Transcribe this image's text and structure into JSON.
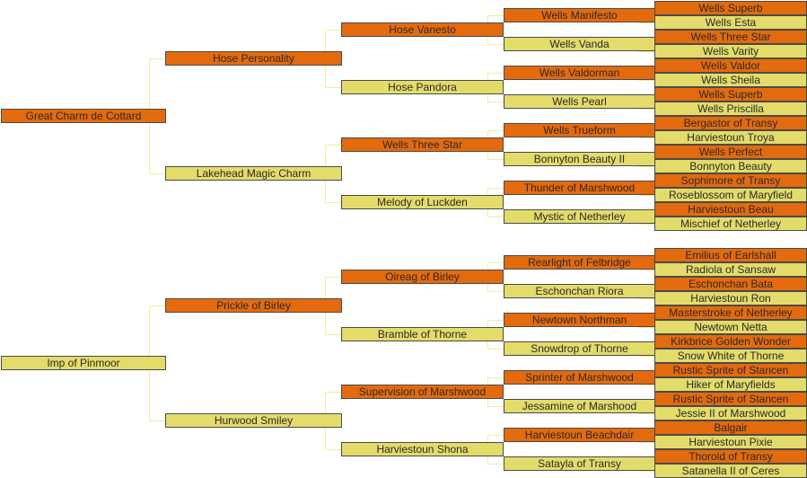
{
  "colors": {
    "male": "#e46a0e",
    "female": "#e3dc6a",
    "connector": "#f0ec9a",
    "border": "#4a4a4a"
  },
  "pedigrees": [
    {
      "subject": {
        "name": "Great Charm de Cottard",
        "sex": "male"
      },
      "parents": [
        {
          "name": "Hose Personality",
          "sex": "male"
        },
        {
          "name": "Lakehead Magic Charm",
          "sex": "female"
        }
      ],
      "grandparents": [
        {
          "name": "Hose Vanesto",
          "sex": "male"
        },
        {
          "name": "Hose Pandora",
          "sex": "female"
        },
        {
          "name": "Wells Three Star",
          "sex": "male"
        },
        {
          "name": "Melody of Luckden",
          "sex": "female"
        }
      ],
      "great_grandparents": [
        {
          "name": "Wells Manifesto",
          "sex": "male"
        },
        {
          "name": "Wells Vanda",
          "sex": "female"
        },
        {
          "name": "Wells Valdorman",
          "sex": "male"
        },
        {
          "name": "Wells Pearl",
          "sex": "female"
        },
        {
          "name": "Wells Trueform",
          "sex": "male"
        },
        {
          "name": "Bonnyton Beauty II",
          "sex": "female"
        },
        {
          "name": "Thunder of Marshwood",
          "sex": "male"
        },
        {
          "name": "Mystic of Netherley",
          "sex": "female"
        }
      ],
      "great_great_grandparents": [
        {
          "name": "Wells Superb",
          "sex": "male"
        },
        {
          "name": "Wells Esta",
          "sex": "female"
        },
        {
          "name": "Wells Three Star",
          "sex": "male"
        },
        {
          "name": "Wells Varity",
          "sex": "female"
        },
        {
          "name": "Wells Valdor",
          "sex": "male"
        },
        {
          "name": "Wells Sheila",
          "sex": "female"
        },
        {
          "name": "Wells Superb",
          "sex": "male"
        },
        {
          "name": "Wells Priscilla",
          "sex": "female"
        },
        {
          "name": "Bergastor of Transy",
          "sex": "male"
        },
        {
          "name": "Harviestoun Troya",
          "sex": "female"
        },
        {
          "name": "Wells Perfect",
          "sex": "male"
        },
        {
          "name": "Bonnyton Beauty",
          "sex": "female"
        },
        {
          "name": "Sophimore of Transy",
          "sex": "male"
        },
        {
          "name": "Roseblossom of Maryfield",
          "sex": "female"
        },
        {
          "name": "Harviestoun Beau",
          "sex": "male"
        },
        {
          "name": "Mischief of Netherley",
          "sex": "female"
        }
      ]
    },
    {
      "subject": {
        "name": "Imp of Pinmoor",
        "sex": "female"
      },
      "parents": [
        {
          "name": "Prickle of Birley",
          "sex": "male"
        },
        {
          "name": "Hurwood Smiley",
          "sex": "female"
        }
      ],
      "grandparents": [
        {
          "name": "Oireag of Birley",
          "sex": "male"
        },
        {
          "name": "Bramble of Thorne",
          "sex": "female"
        },
        {
          "name": "Supervision of Marshwood",
          "sex": "male"
        },
        {
          "name": "Harviestoun Shona",
          "sex": "female"
        }
      ],
      "great_grandparents": [
        {
          "name": "Rearlight of Felbridge",
          "sex": "male"
        },
        {
          "name": "Eschonchan Riora",
          "sex": "female"
        },
        {
          "name": "Newtown Northman",
          "sex": "male"
        },
        {
          "name": "Snowdrop of Thorne",
          "sex": "female"
        },
        {
          "name": "Sprinter of Marshwood",
          "sex": "male"
        },
        {
          "name": "Jessamine of Marshood",
          "sex": "female"
        },
        {
          "name": "Harviestoun Beachdair",
          "sex": "male"
        },
        {
          "name": "Satayla of Transy",
          "sex": "female"
        }
      ],
      "great_great_grandparents": [
        {
          "name": "Emilius of Earlshall",
          "sex": "male"
        },
        {
          "name": "Radiola of Sansaw",
          "sex": "female"
        },
        {
          "name": "Eschonchan Bata",
          "sex": "male"
        },
        {
          "name": "Harviestoun Ron",
          "sex": "female"
        },
        {
          "name": "Masterstroke of Netherley",
          "sex": "male"
        },
        {
          "name": "Newtown Netta",
          "sex": "female"
        },
        {
          "name": "Kirkbrice Golden Wonder",
          "sex": "male"
        },
        {
          "name": "Snow White of Thorne",
          "sex": "female"
        },
        {
          "name": "Rustic Sprite of Stancen",
          "sex": "male"
        },
        {
          "name": "Hiker of Maryfields",
          "sex": "female"
        },
        {
          "name": "Rustic Sprite of Stancen",
          "sex": "male"
        },
        {
          "name": "Jessie II of Marshwood",
          "sex": "female"
        },
        {
          "name": "Balgair",
          "sex": "male"
        },
        {
          "name": "Harviestoun Pixie",
          "sex": "female"
        },
        {
          "name": "Thorold of Transy",
          "sex": "male"
        },
        {
          "name": "Satanella II of Ceres",
          "sex": "female"
        }
      ]
    }
  ]
}
